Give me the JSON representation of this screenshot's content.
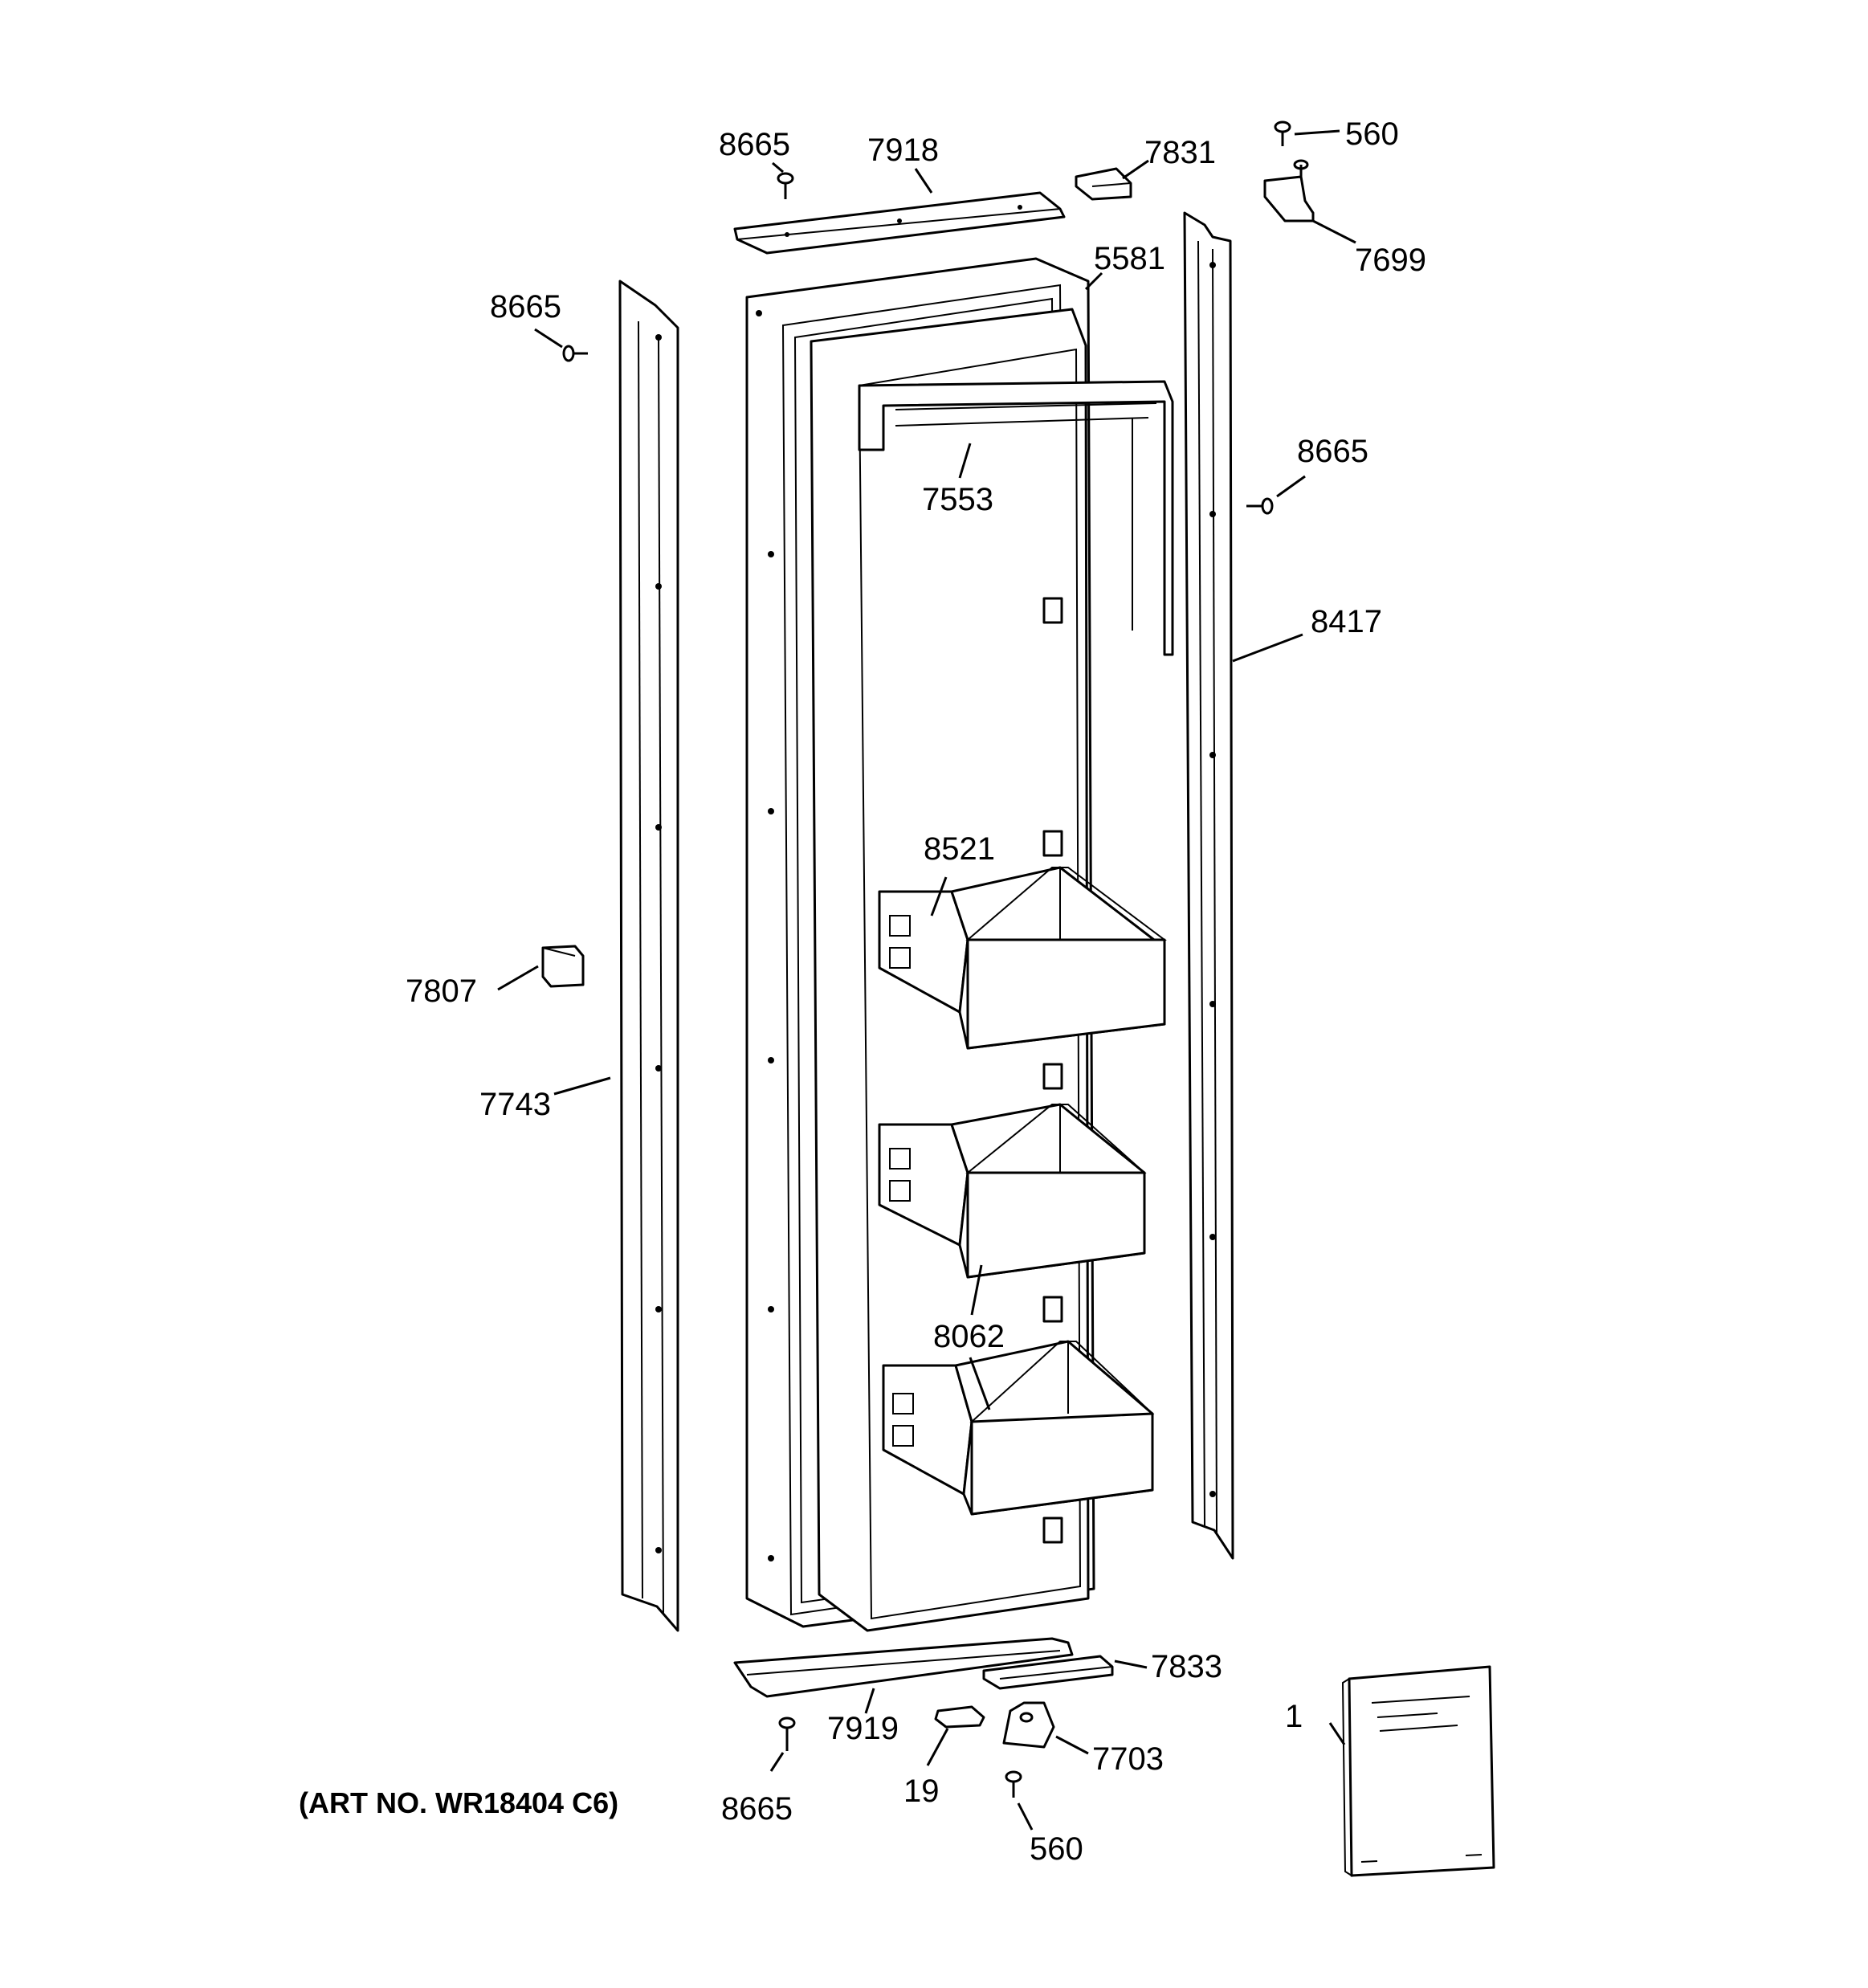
{
  "callouts": {
    "screw_top_left": "8665",
    "top_cap": "7918",
    "top_bracket": "7831",
    "screw_top_right": "560",
    "hinge_top": "7699",
    "door_liner": "5581",
    "screw_left_trim": "8665",
    "gasket": "7553",
    "screw_right_trim": "8665",
    "right_trim": "8417",
    "bin_top": "8521",
    "block": "7807",
    "left_trim": "7743",
    "bins_lower": "8062",
    "bottom_bracket": "7833",
    "bottom_cap": "7919",
    "hinge_bottom": "7703",
    "manual": "1",
    "screw_bottom_left": "8665",
    "stop": "19",
    "screw_bottom_right": "560"
  },
  "art_number": "(ART NO. WR18404 C6)"
}
